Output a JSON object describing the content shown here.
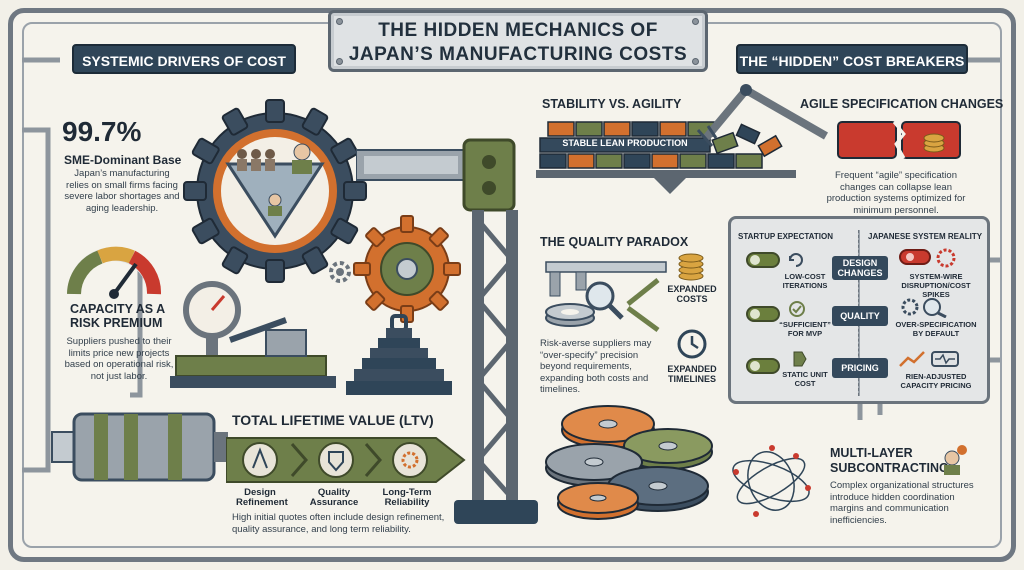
{
  "title": {
    "line1": "THE HIDDEN MECHANICS OF",
    "line2": "JAPAN’S MANUFACTURING COSTS"
  },
  "left_section": {
    "tag": "SYSTEMIC DRIVERS OF COST"
  },
  "right_section": {
    "tag": "THE “HIDDEN” COST BREAKERS"
  },
  "sme": {
    "stat": "99.7%",
    "heading": "SME-Dominant Base",
    "body": "Japan’s manufacturing relies on small firms facing severe labor shortages and aging leadership."
  },
  "capacity": {
    "heading_line1": "CAPACITY AS A",
    "heading_line2": "RISK PREMIUM",
    "body": "Suppliers pushed to their limits price new projects based on operational risk, not just labor."
  },
  "ltv": {
    "heading": "TOTAL LIFETIME VALUE (LTV)",
    "steps": [
      {
        "line1": "Design",
        "line2": "Refinement"
      },
      {
        "line1": "Quality",
        "line2": "Assurance"
      },
      {
        "line1": "Long-Term",
        "line2": "Reliability"
      }
    ],
    "body": "High initial quotes often include design refinement, quality assurance, and long term reliability."
  },
  "stability": {
    "heading": "STABILITY VS. AGILITY",
    "label": "STABLE LEAN PRODUCTION"
  },
  "agile": {
    "heading": "AGILE SPECIFICATION CHANGES",
    "body": "Frequent “agile” specification changes can collapse lean production systems optimized for minimum personnel."
  },
  "quality": {
    "heading": "THE QUALITY PARADOX",
    "body": "Risk-averse suppliers may “over-specify” precision beyond requirements, expanding both costs and timelines.",
    "outcomes": [
      {
        "line1": "EXPANDED",
        "line2": "COSTS"
      },
      {
        "line1": "EXPANDED",
        "line2": "TIMELINES"
      }
    ]
  },
  "comparison": {
    "left_header": "STARTUP EXPECTATION",
    "right_header": "JAPANESE SYSTEM REALITY",
    "rows": [
      {
        "left1": "LOW-COST",
        "left2": "ITERATIONS",
        "center1": "DESIGN",
        "center2": "CHANGES",
        "right1": "SYSTEM-WIRE",
        "right2": "DISRUPTION/COST SPIKES"
      },
      {
        "left1": "“SUFFICIENT”",
        "left2": "FOR MVP",
        "center1": "QUALITY",
        "center2": "",
        "right1": "OVER-SPECIFICATION",
        "right2": "BY DEFAULT"
      },
      {
        "left1": "STATIC UNIT",
        "left2": "COST",
        "center1": "PRICING",
        "center2": "",
        "right1": "RIEN-ADJUSTED",
        "right2": "CAPACITY PRICING"
      }
    ]
  },
  "subcontracting": {
    "heading_line1": "MULTI-LAYER",
    "heading_line2": "SUBCONTRACTING",
    "body": "Complex organizational structures introduce hidden coordination margins and communication inefficiencies."
  },
  "colors": {
    "navy": "#2f4558",
    "orange": "#d2702e",
    "olive": "#6e7f4a",
    "red": "#c93a2e",
    "steel": "#6b747d"
  }
}
